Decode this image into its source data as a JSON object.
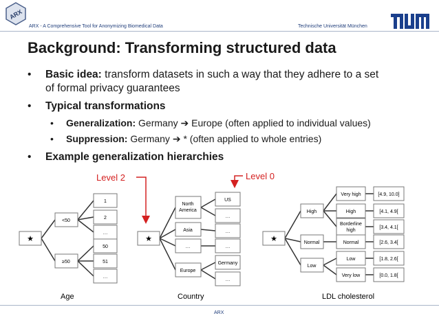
{
  "header": {
    "left_text": "ARX - A Comprehensive Tool for Anonymizing Biomedical Data",
    "right_text": "Technische Universität München",
    "logo_text": "ARX"
  },
  "title": "Background: Transforming structured data",
  "bullets": {
    "b1_bold": "Basic idea:",
    "b1_rest_line1": " transform datasets in such a way that they adhere to a set",
    "b1_line2": "of formal privacy guarantees",
    "b2": "Typical transformations",
    "s1_bold": "Generalization:",
    "s1_rest": " Germany",
    "s1_after": " Europe (often applied to individual values)",
    "s2_bold": "Suppression:",
    "s2_rest": " Germany",
    "s2_after": " * (often applied to whole entries)",
    "b3": "Example generalization hierarchies"
  },
  "levels": {
    "level2": "Level 2",
    "level0": "Level 0"
  },
  "root_symbol": "★",
  "age": {
    "caption": "Age",
    "mid": [
      "<50",
      "≥50"
    ],
    "leaves": [
      "1",
      "2",
      "…",
      "50",
      "51",
      "…"
    ]
  },
  "country": {
    "caption": "Country",
    "mid": [
      "North America",
      "Asia",
      "…",
      "Europe"
    ],
    "leaves": [
      "US",
      "…",
      "…",
      "…",
      "Germany",
      "…"
    ]
  },
  "ldl": {
    "caption": "LDL cholesterol",
    "mid": [
      "High",
      "Normal",
      "Low"
    ],
    "sub": [
      "Very high",
      "High",
      "Borderline high",
      "Normal",
      "Low",
      "Very low"
    ],
    "leaves": [
      "[4.9, 10.0]",
      "[4.1, 4.9[",
      "[3.4, 4.1[",
      "[2.6, 3.4[",
      "[1.8, 2.6[",
      "[0.0, 1.8["
    ]
  },
  "footer": "ARX",
  "colors": {
    "accent_red": "#d42020",
    "header_blue": "#1f3d7a",
    "box_border": "#777777"
  }
}
